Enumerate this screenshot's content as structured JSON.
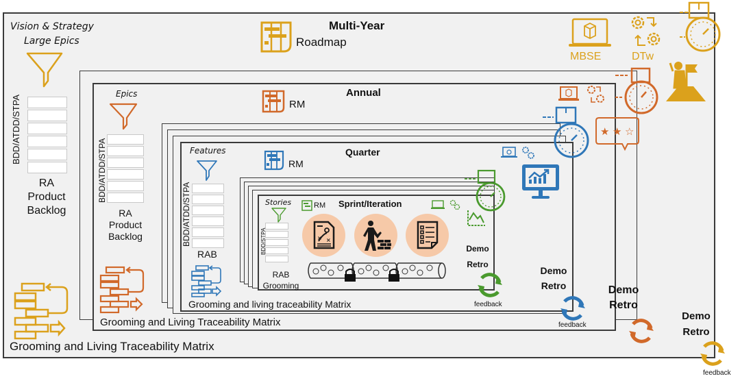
{
  "colors": {
    "multi_year": "#dba11c",
    "annual": "#d1692a",
    "quarter": "#2f77b8",
    "sprint": "#4a9a2e",
    "sprint_circle": "#f6c9a8",
    "frame_bg": "#f1f1f1",
    "frame_border": "#3a3a3a"
  },
  "multi_year": {
    "title": "Multi-Year",
    "roadmap_label": "Roadmap",
    "vision_label": "Vision & Strategy",
    "large_epics_label": "Large Epics",
    "practices_label": "BDD/ATDD/STPA",
    "backlog_lines": [
      "RA",
      "Product",
      "Backlog"
    ],
    "matrix_label": "Grooming and Living Traceability Matrix",
    "mbse_label": "MBSE",
    "dtw_label": "DTw",
    "demo_label": "Demo",
    "retro_label": "Retro",
    "feedback_label": "feedback"
  },
  "annual": {
    "title": "Annual",
    "rm_label": "RM",
    "epics_label": "Epics",
    "practices_label": "BDD/ATDD/STPA",
    "backlog_lines": [
      "RA",
      "Product",
      "Backlog"
    ],
    "matrix_label": "Grooming and Living Traceability Matrix",
    "demo_label": "Demo",
    "retro_label": "Retro"
  },
  "quarter": {
    "title": "Quarter",
    "rm_label": "RM",
    "features_label": "Features",
    "practices_label": "BDD/ATDD/STPA",
    "backlog_label": "RAB",
    "matrix_label": "Grooming and living traceability Matrix",
    "demo_label": "Demo",
    "retro_label": "Retro",
    "feedback_label": "feedback"
  },
  "sprint": {
    "title": "Sprint/Iteration",
    "rm_label": "RM",
    "stories_label": "Stories",
    "practices_label": "BDD/STPA",
    "backlog_lines": [
      "RAB",
      "Grooming"
    ],
    "demo_label": "Demo",
    "retro_label": "Retro",
    "feedback_label": "feedback",
    "activities": [
      "plan-icon",
      "build-icon",
      "checklist-icon"
    ]
  }
}
